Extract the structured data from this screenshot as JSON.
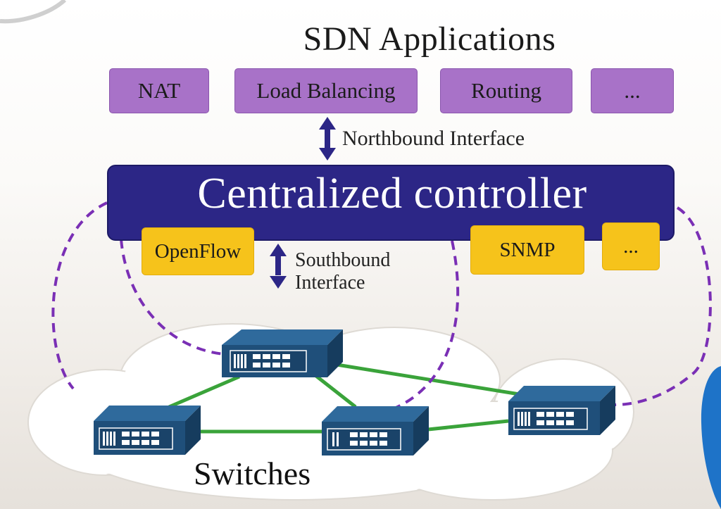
{
  "title": "SDN Applications",
  "applications": [
    "NAT",
    "Load Balancing",
    "Routing",
    "..."
  ],
  "northbound_label": "Northbound Interface",
  "controller_label": "Centralized controller",
  "protocols": [
    "OpenFlow",
    "SNMP",
    "..."
  ],
  "southbound_label": [
    "Southbound",
    "Interface"
  ],
  "switches_label": "Switches",
  "colors": {
    "app_box": "#a872c8",
    "controller": "#2c2686",
    "protocol_box": "#f6c31b",
    "switch": "#1f4f7a",
    "link": "#3aa33a",
    "dashed_loop": "#7a2fb5"
  }
}
